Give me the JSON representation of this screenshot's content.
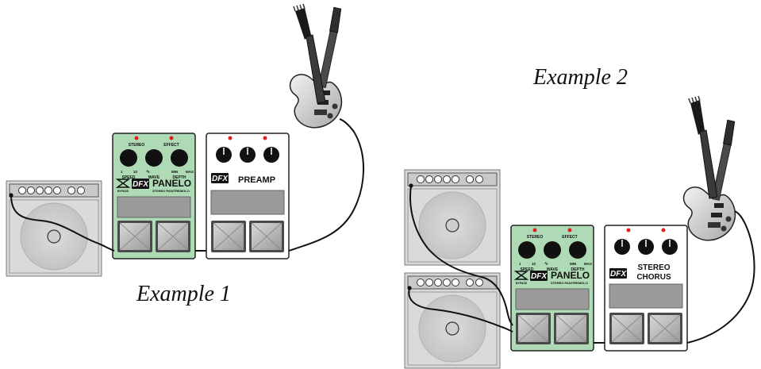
{
  "captions": {
    "example1": "Example 1",
    "example2": "Example 2"
  },
  "panelo": {
    "brand": "PANELO",
    "brand_logo": "DFX",
    "subtitle": "STEREO PAN/TREMOLO",
    "bypass": "BYPASS",
    "stereo": "STEREO",
    "effect": "EFFECT",
    "knob_labels": [
      "SPEED",
      "WAVE",
      "DEPTH"
    ],
    "tick_min": "1",
    "tick_ten": "10",
    "tick_mn": "MIN",
    "tick_max": "MAX"
  },
  "preamp": {
    "label": "PREAMP",
    "brand_logo": "DFX"
  },
  "chorus": {
    "label_line1": "STEREO",
    "label_line2": "CHORUS",
    "brand_logo": "DFX"
  },
  "colors": {
    "panelo_body": "#aedbb5",
    "pedal_white": "#ffffff",
    "amp_grey": "#d4d4d4",
    "led_red": "#e0201e",
    "cable": "#111111"
  }
}
